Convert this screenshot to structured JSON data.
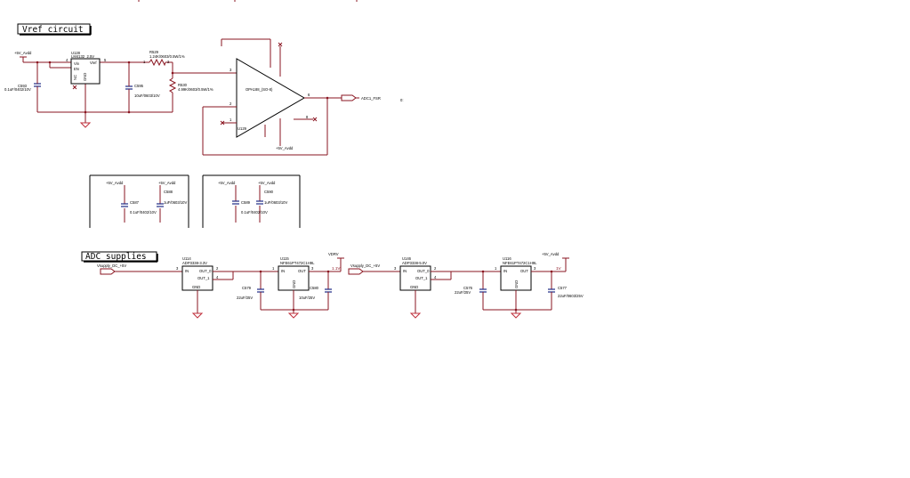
{
  "titles": {
    "vref": "Vref circuit",
    "adc": "ADC supplies"
  },
  "vref": {
    "vin_net": "+5V_Avdd",
    "u128_ref": "U128",
    "u128_part": "LM4132_2.5V",
    "pin_vin": "Vin",
    "pin_en": "EN",
    "pin_vref": "Vref",
    "pin_nc": "NC",
    "pin_gnd": "GND",
    "pin_4": "4",
    "pin_5": "5",
    "c593_ref": "C593",
    "c593_val": "0.1uF/0402/10V",
    "c595_ref": "C595",
    "c595_val": "10uF/0603/10V",
    "r529_ref": "R529",
    "r529_val": "1.24K/0603/0.5W/1%",
    "r530_ref": "R530",
    "r530_val": "4.99K/0603/0.5W/1%",
    "pin_1": "1",
    "pin_2": "2",
    "pin_3": "3",
    "pin_6": "6",
    "pin_8": "8",
    "opamp_part": "OPA188_(SO-8)",
    "opamp_ref": "U129",
    "opamp_supply": "+5V_Avdd",
    "out_net": "ADC1_FSR",
    "stray": "0:"
  },
  "decoupling": [
    {
      "net_left": "+5V_Avdd",
      "net_right": "+5V_Avdd",
      "c1_ref": "C587",
      "c1_val": "0.1uF/0402/10V",
      "c2_ref": "C588",
      "c2_val": "1uF/0603/10V"
    },
    {
      "net_left": "+5V_Avdd",
      "net_right": "+5V_Avdd",
      "c1_ref": "C589",
      "c1_val": "0.1uF/0402/10V",
      "c2_ref": "C590",
      "c2_val": "1uF/0603/10V"
    }
  ],
  "adc": {
    "in_net_1": "Vsupply_DC_+5V",
    "u114_ref": "U114",
    "u114_part": "ADP3338-3.3V",
    "u115_ref": "U115",
    "u115_part": "NFE61PT472C1H9L",
    "vdrv_net": "VDRV",
    "c579_ref": "C579",
    "c579_val": "22uF/25V",
    "c580_ref": "C580",
    "c580_val": "10uF/25V",
    "in_net_2": "Vsupply_DC_+5V",
    "u146_ref": "U146",
    "u146_part": "ADP3338-5.0V",
    "u116_ref": "U116",
    "u116_part": "NFE61PT472C1H9L",
    "avdd_net": "+5V_Avdd",
    "c576_ref": "C576",
    "c576_val": "22uF/25V",
    "c577_ref": "C577",
    "c577_val": "22uF/0603/25V",
    "pin_in": "IN",
    "pin_out0": "OUT_0",
    "pin_out1": "OUT_1",
    "pin_gnd": "GND",
    "pin_out": "OUT",
    "p1": "1",
    "p2": "2",
    "p3": "3",
    "p4": "4",
    "tiny_1": "1.1V",
    "tiny_2": "1V"
  }
}
